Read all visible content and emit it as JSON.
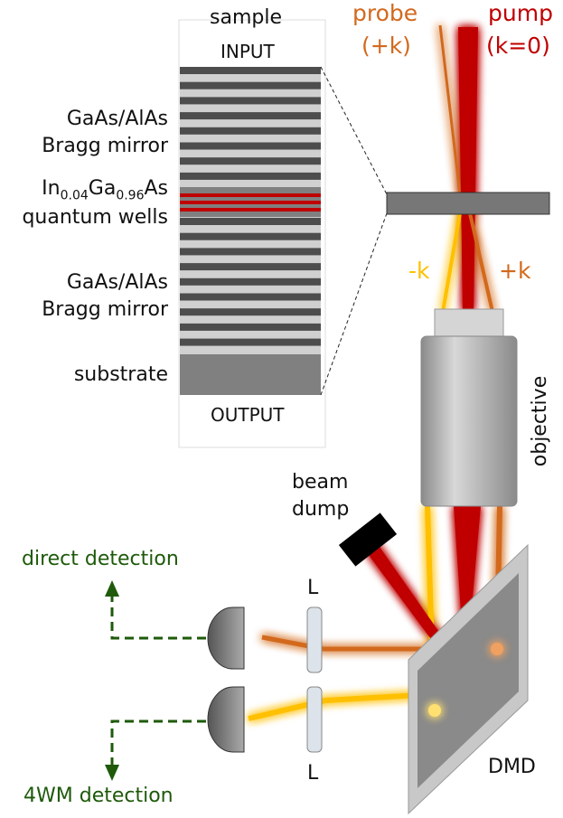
{
  "sample": {
    "title": "sample",
    "input_label": "INPUT",
    "output_label": "OUTPUT",
    "layers": {
      "mirror_top_line1": "GaAs/AlAs",
      "mirror_top_line2": "Bragg mirror",
      "qw_in": "In",
      "qw_in_sub": "0.04",
      "qw_ga": "Ga",
      "qw_ga_sub": "0.96",
      "qw_as": "As",
      "qw_line2": "quantum wells",
      "mirror_bottom_line1": "GaAs/AlAs",
      "mirror_bottom_line2": "Bragg mirror",
      "substrate": "substrate"
    }
  },
  "beams": {
    "probe": "probe",
    "probe_k": "(+k)",
    "pump": "pump",
    "pump_k": "(k=0)",
    "minus_k": "-k",
    "plus_k": "+k"
  },
  "components": {
    "objective": "objective",
    "beam_dump_line1": "beam",
    "beam_dump_line2": "dump",
    "lens_top": "L",
    "lens_bottom": "L",
    "dmd": "DMD",
    "direct_detection": "direct detection",
    "fwm_detection": "4WM detection"
  },
  "colors": {
    "probe": "#d2691e",
    "pump": "#c00000",
    "fwm": "#ffc000",
    "detection": "#1e5a0a"
  }
}
